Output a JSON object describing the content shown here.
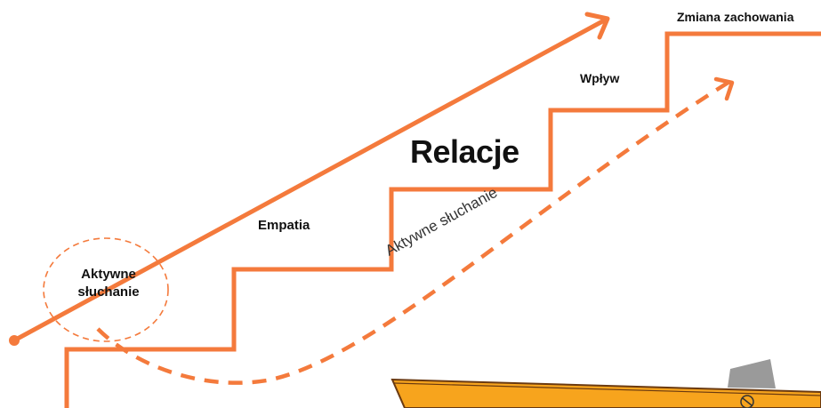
{
  "colors": {
    "accent": "#F47A3C",
    "box_fill": "#F7A41D",
    "box_stroke": "#6B3A10",
    "gray": "#9A9A9A",
    "text": "#111111"
  },
  "labels": {
    "circle_line1": "Aktywne",
    "circle_line2": "słuchanie",
    "empatia": "Empatia",
    "relacje": "Relacje",
    "wplyw": "Wpływ",
    "zmiana": "Zmiana zachowania",
    "dashed_path": "Aktywne słuchanie"
  },
  "icons": {
    "arrow_heads": "chevron-arrow-icon",
    "start_point": "dot-icon"
  }
}
